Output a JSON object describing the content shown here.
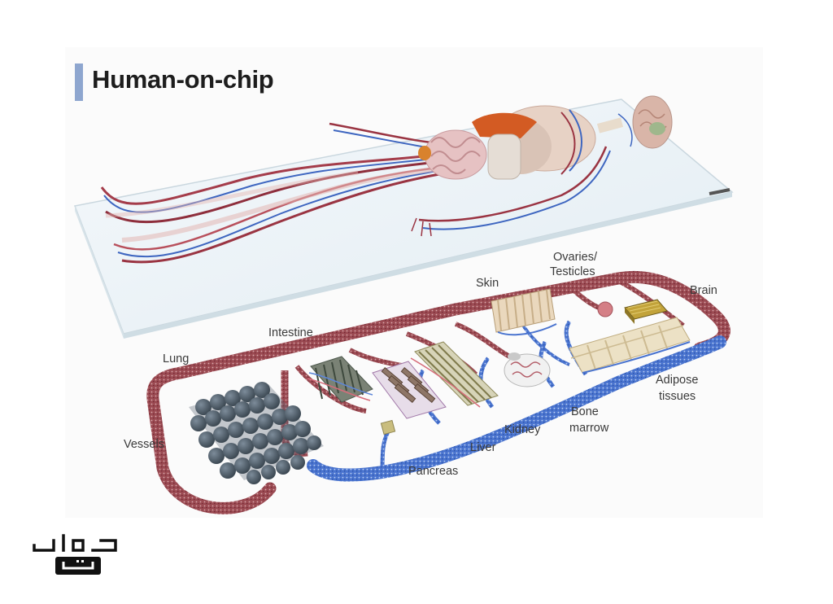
{
  "title": "Human-on-chip",
  "organ_labels": {
    "skin": "Skin",
    "ovaries_testicles_line1": "Ovaries/",
    "ovaries_testicles_line2": "Testicles",
    "brain": "Brain",
    "intestine": "Intestine",
    "lung": "Lung",
    "adipose_line1": "Adipose",
    "adipose_line2": "tissues",
    "bone_marrow_line1": "Bone",
    "bone_marrow_line2": "marrow",
    "kidney": "Kidney",
    "liver": "Liver",
    "vessels": "Vessels",
    "pancreas": "Pancreas"
  },
  "colors": {
    "title_accent": "#8ea6cf",
    "vessel_red": "#8e3a44",
    "vessel_blue": "#3b67c4",
    "glass": "#e8f1f6",
    "organ_tan": "#e4d3b8",
    "logo": "#111111"
  },
  "icons": {
    "logo": "watermark-logo-icon"
  }
}
